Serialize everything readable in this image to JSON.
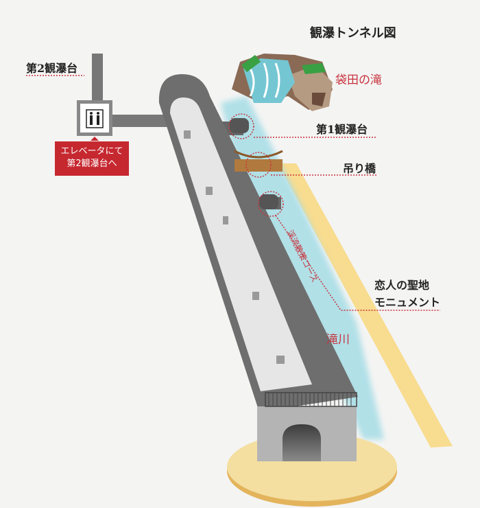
{
  "title": "観瀑トンネル図",
  "labels": {
    "observation_deck_2": "第2観瀑台",
    "waterfall": "袋田の滝",
    "observation_deck_1": "第1観瀑台",
    "suspension_bridge": "吊り橋",
    "stream_course": "渓流散策コース",
    "monument_line1": "恋人の聖地",
    "monument_line2": "モニュメント",
    "river": "滝川"
  },
  "elevator_note": {
    "line1": "エレベータにて",
    "line2": "第2観瀑台へ"
  },
  "colors": {
    "accent_red": "#c62830",
    "tunnel_dark": "#6e6e6e",
    "path_yellow": "#f7d98a",
    "water": "#9fdbe3"
  }
}
